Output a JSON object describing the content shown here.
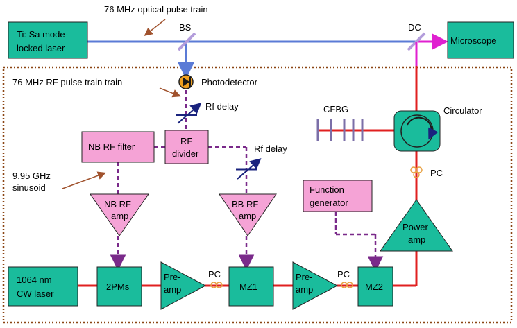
{
  "colors": {
    "teal": "#1abc9c",
    "pink": "#f5a3d6",
    "red_line": "#e02020",
    "blue_line": "#5b7bd6",
    "magenta_line": "#e020d0",
    "purple_dash": "#7a2a8a",
    "dotted_border": "#8b4513",
    "arrow_brown": "#a0522d"
  },
  "annotations": {
    "optical_train": "76 MHz optical pulse train",
    "rf_train": "76 MHz RF pulse train train",
    "sinusoid_line1": "9.95 GHz",
    "sinusoid_line2": "sinusoid"
  },
  "labels": {
    "bs": "BS",
    "dc": "DC",
    "photodetector": "Photodetector",
    "rf_delay_1": "Rf delay",
    "rf_delay_2": "Rf delay",
    "cfbg": "CFBG",
    "circulator": "Circulator",
    "pc_top": "PC",
    "pc_1": "PC",
    "pc_2": "PC"
  },
  "boxes": {
    "laser_line1": "Ti: Sa mode-",
    "laser_line2": "locked laser",
    "microscope": "Microscope",
    "nb_rf_filter": "NB RF filter",
    "rf_divider_line1": "RF",
    "rf_divider_line2": "divider",
    "function_gen_line1": "Function",
    "function_gen_line2": "generator",
    "cw_laser_line1": "1064 nm",
    "cw_laser_line2": "CW laser",
    "pms": "2PMs",
    "mz1": "MZ1",
    "mz2": "MZ2"
  },
  "amplifiers": {
    "nb_rf_line1": "NB RF",
    "nb_rf_line2": "amp",
    "bb_rf_line1": "BB RF",
    "bb_rf_line2": "amp",
    "pre1_line1": "Pre-",
    "pre1_line2": "amp",
    "pre2_line1": "Pre-",
    "pre2_line2": "amp",
    "power_line1": "Power",
    "power_line2": "amp"
  }
}
